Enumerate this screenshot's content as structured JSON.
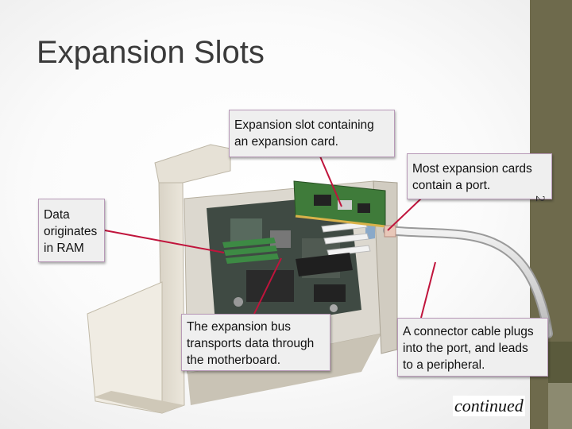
{
  "slide": {
    "title": "Expansion Slots",
    "continued_label": "continued",
    "slide_number": "2"
  },
  "callouts": {
    "slot_line1": "Expansion slot containing",
    "slot_line2": "an expansion card.",
    "port_line1": "Most expansion cards",
    "port_line2": "contain a port.",
    "ram_line1": "Data",
    "ram_line2": "originates",
    "ram_line3": "in RAM",
    "bus_line1": "The expansion bus",
    "bus_line2": "transports data through",
    "bus_line3": "the motherboard.",
    "cable_line1": "A connector cable plugs",
    "cable_line2": "into the port, and leads",
    "cable_line3": "to a peripheral."
  },
  "colors": {
    "sidebar": "#6e6a4c",
    "pointer_line": "#c0143c",
    "callout_bg": "#efefef",
    "callout_border": "#b89ab8"
  }
}
